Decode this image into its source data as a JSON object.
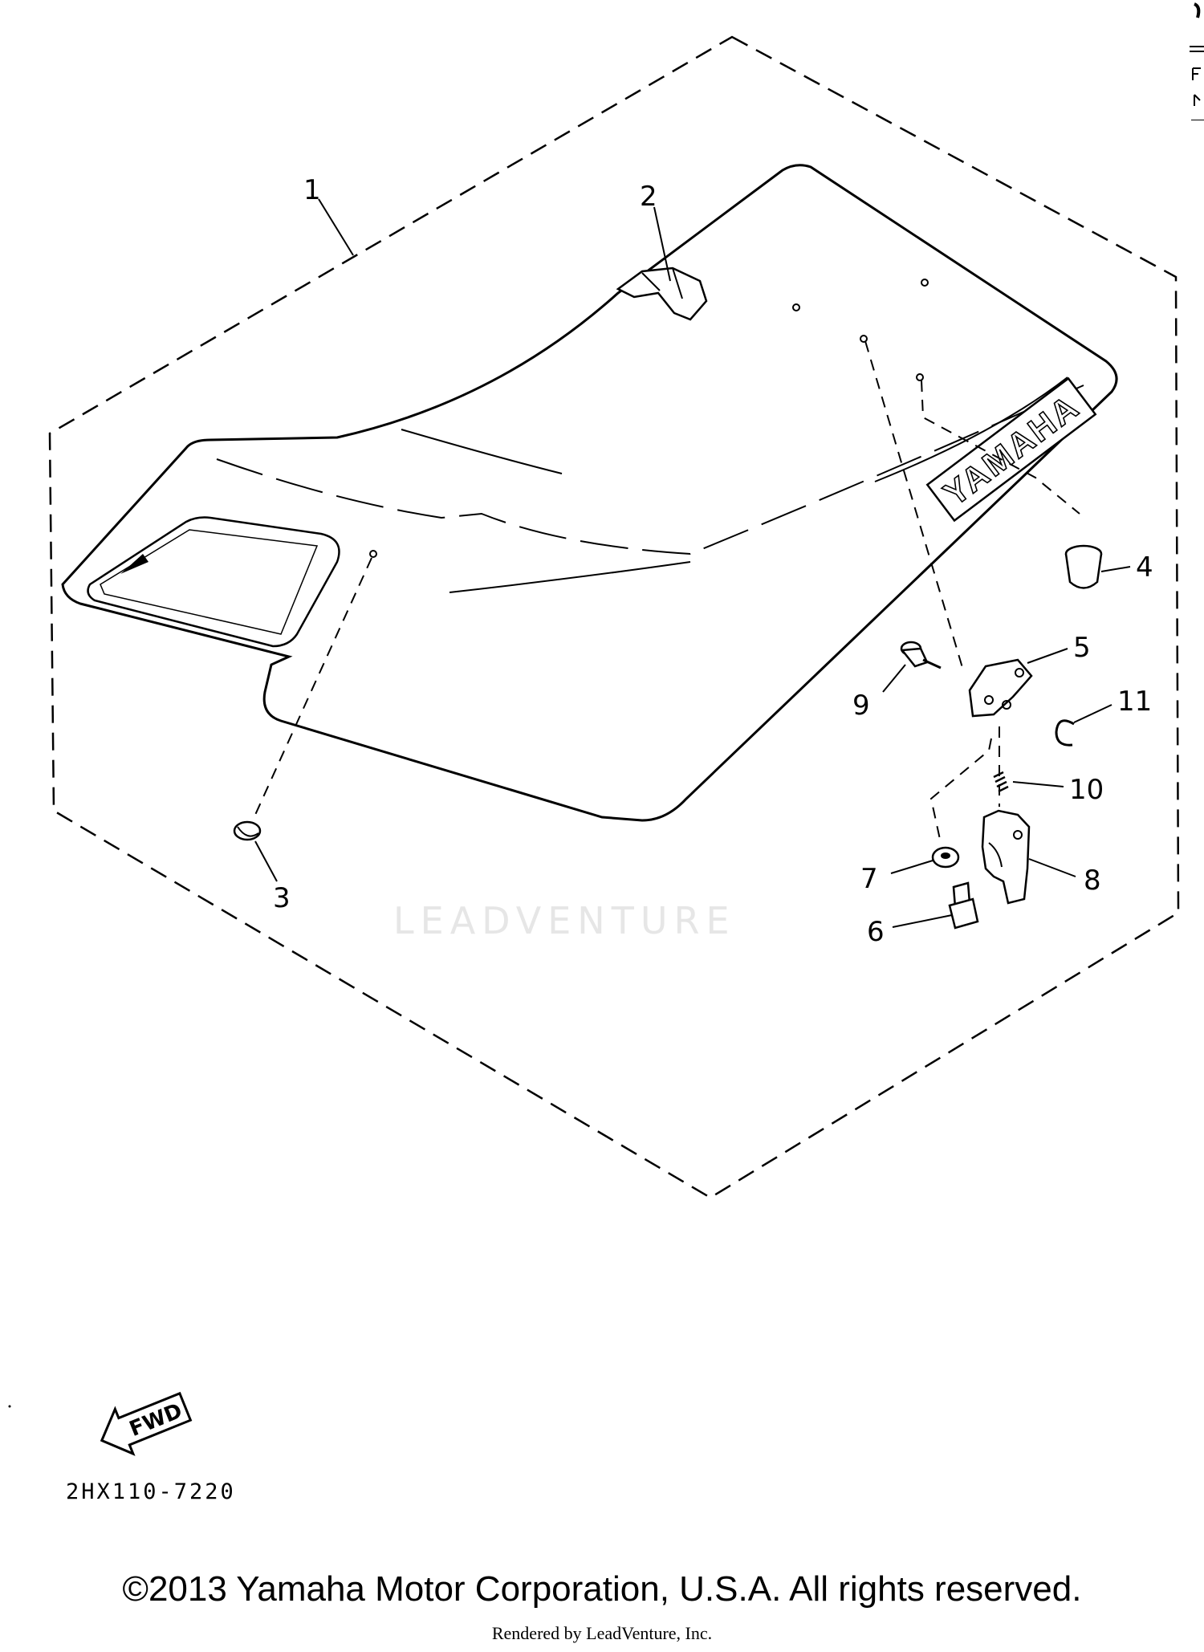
{
  "diagram": {
    "part_callouts": [
      {
        "id": "1",
        "label": "1"
      },
      {
        "id": "2",
        "label": "2"
      },
      {
        "id": "3",
        "label": "3"
      },
      {
        "id": "4",
        "label": "4"
      },
      {
        "id": "5",
        "label": "5"
      },
      {
        "id": "6",
        "label": "6"
      },
      {
        "id": "7",
        "label": "7"
      },
      {
        "id": "8",
        "label": "8"
      },
      {
        "id": "9",
        "label": "9"
      },
      {
        "id": "10",
        "label": "10"
      },
      {
        "id": "11",
        "label": "11"
      }
    ],
    "seat_logo_text": "YAMAHA",
    "fwd_arrow_text": "FWD",
    "diagram_code": "2HX110-7220",
    "watermark_text": "LEADVENTURE"
  },
  "footer": {
    "copyright": "©2013 Yamaha Motor Corporation, U.S.A. All rights reserved.",
    "rendered_by": "Rendered by LeadVenture, Inc."
  }
}
